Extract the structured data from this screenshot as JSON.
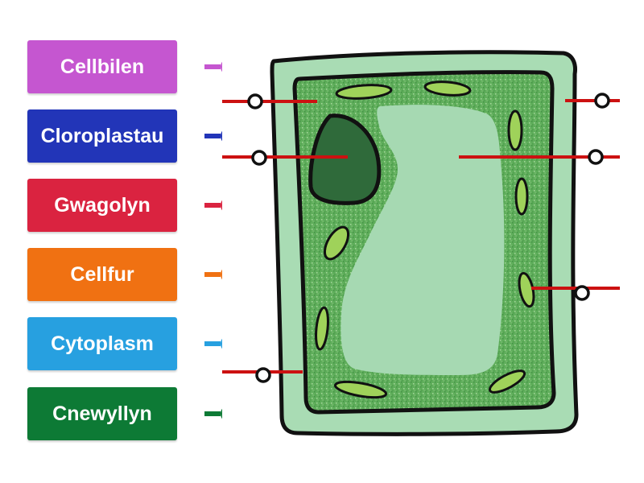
{
  "labels": [
    {
      "text": "Cellbilen",
      "color": "#c556d0"
    },
    {
      "text": "Cloroplastau",
      "color": "#2235b8"
    },
    {
      "text": "Gwagolyn",
      "color": "#da2340"
    },
    {
      "text": "Cellfur",
      "color": "#f07112"
    },
    {
      "text": "Cytoplasm",
      "color": "#27a0e0"
    },
    {
      "text": "Cnewyllyn",
      "color": "#0d7a35"
    }
  ],
  "diagram": {
    "subject": "plant-cell",
    "target_count": 6,
    "colors": {
      "cell_wall": "#a9dcb4",
      "cytoplasm": "#5fae5b",
      "vacuole": "#a6d9b2",
      "nucleus": "#2f6a3a",
      "chloroplast": "#9fd25a",
      "pointer_line": "#cc1111",
      "outline": "#111111"
    }
  }
}
